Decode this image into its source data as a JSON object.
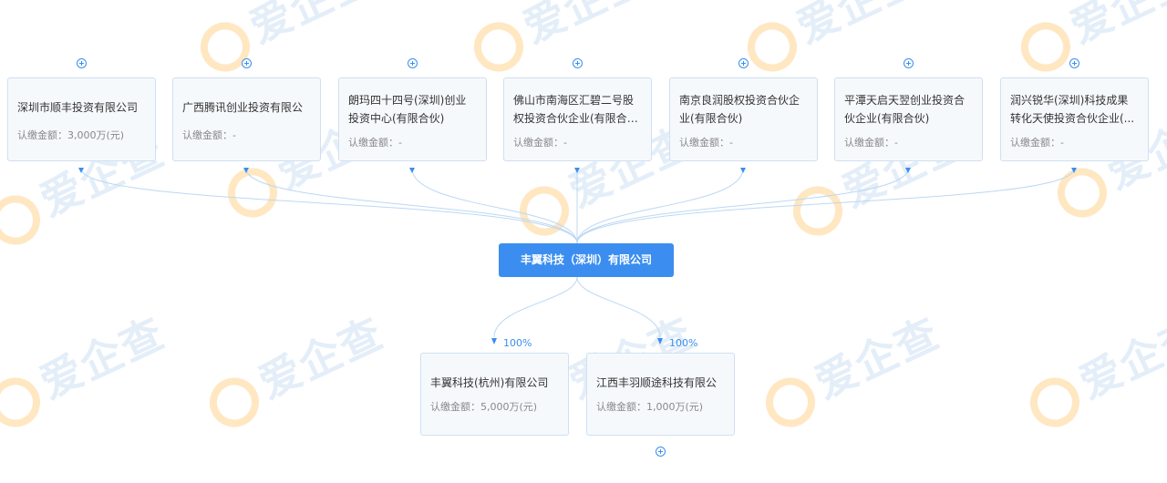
{
  "watermark": "爱企查",
  "shareholders": [
    {
      "name": "深圳市顺丰投资有限公司",
      "amount": "认缴金额：3,000万(元)"
    },
    {
      "name": "广西腾讯创业投资有限公司",
      "amount": "认缴金额：-"
    },
    {
      "name": "朗玛四十四号(深圳)创业投资中心(有限合伙)",
      "amount": "认缴金额：-"
    },
    {
      "name": "佛山市南海区汇碧二号股权投资合伙企业(有限合伙...",
      "amount": "认缴金额：-"
    },
    {
      "name": "南京良润股权投资合伙企业(有限合伙)",
      "amount": "认缴金额：-"
    },
    {
      "name": "平潭天启天翌创业投资合伙企业(有限合伙)",
      "amount": "认缴金额：-"
    },
    {
      "name": "润兴锐华(深圳)科技成果转化天使投资合伙企业(...",
      "amount": "认缴金额：-"
    }
  ],
  "center": {
    "name": "丰翼科技（深圳）有限公司"
  },
  "subsidiaries": [
    {
      "name": "丰翼科技(杭州)有限公司",
      "amount": "认缴金额：5,000万(元)",
      "percent": "100%"
    },
    {
      "name": "江西丰羽顺途科技有限公司",
      "amount": "认缴金额：1,000万(元)",
      "percent": "100%"
    }
  ],
  "colors": {
    "accent": "#3b8ef0",
    "node_bg": "#f6f9fc",
    "node_border": "#cfe0f2",
    "line": "#bcd8f3"
  }
}
